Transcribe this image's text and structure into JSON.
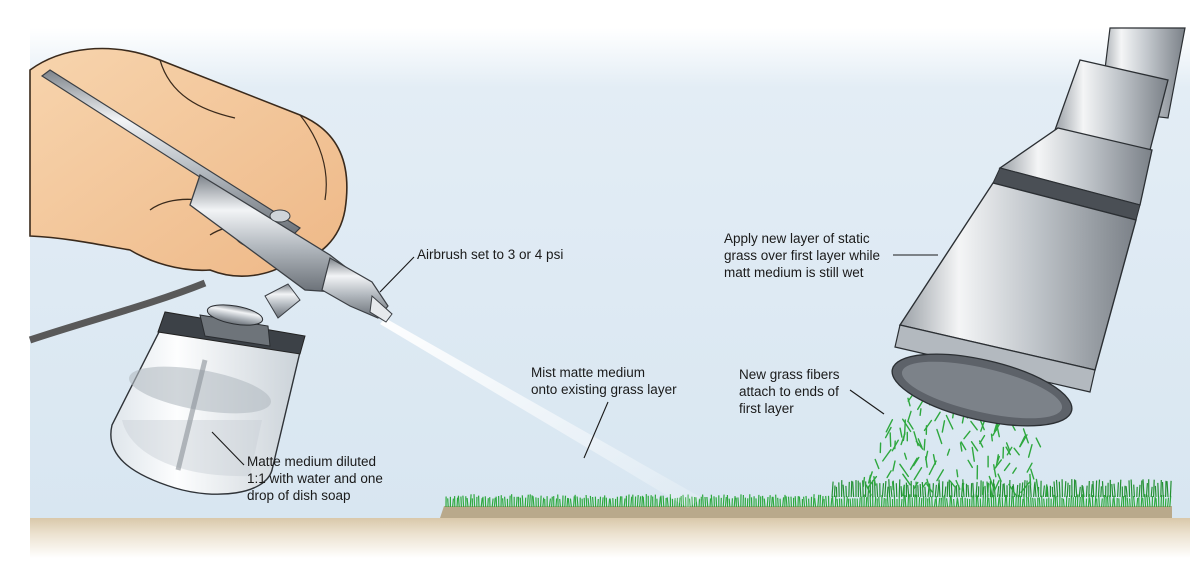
{
  "callouts": {
    "airbrush": "Airbrush set to 3 or 4 psi",
    "mist": "Mist matte medium\nonto existing grass layer",
    "medium": "Matte medium diluted\n1:1 with water and one\ndrop of dish soap",
    "apply": "Apply new layer of static\ngrass over first layer while\nmatt medium is still wet",
    "fibers": "New grass fibers\nattach to ends of\nfirst layer"
  },
  "colors": {
    "sky": "#dde9f3",
    "ground": "#e6d8c0",
    "grass": "#2ea83e",
    "skin": "#f4c99a",
    "metal": "#b9bec4"
  },
  "icons": [
    "hand-icon",
    "airbrush-icon",
    "paint-jar-icon",
    "static-grass-applicator-icon"
  ]
}
